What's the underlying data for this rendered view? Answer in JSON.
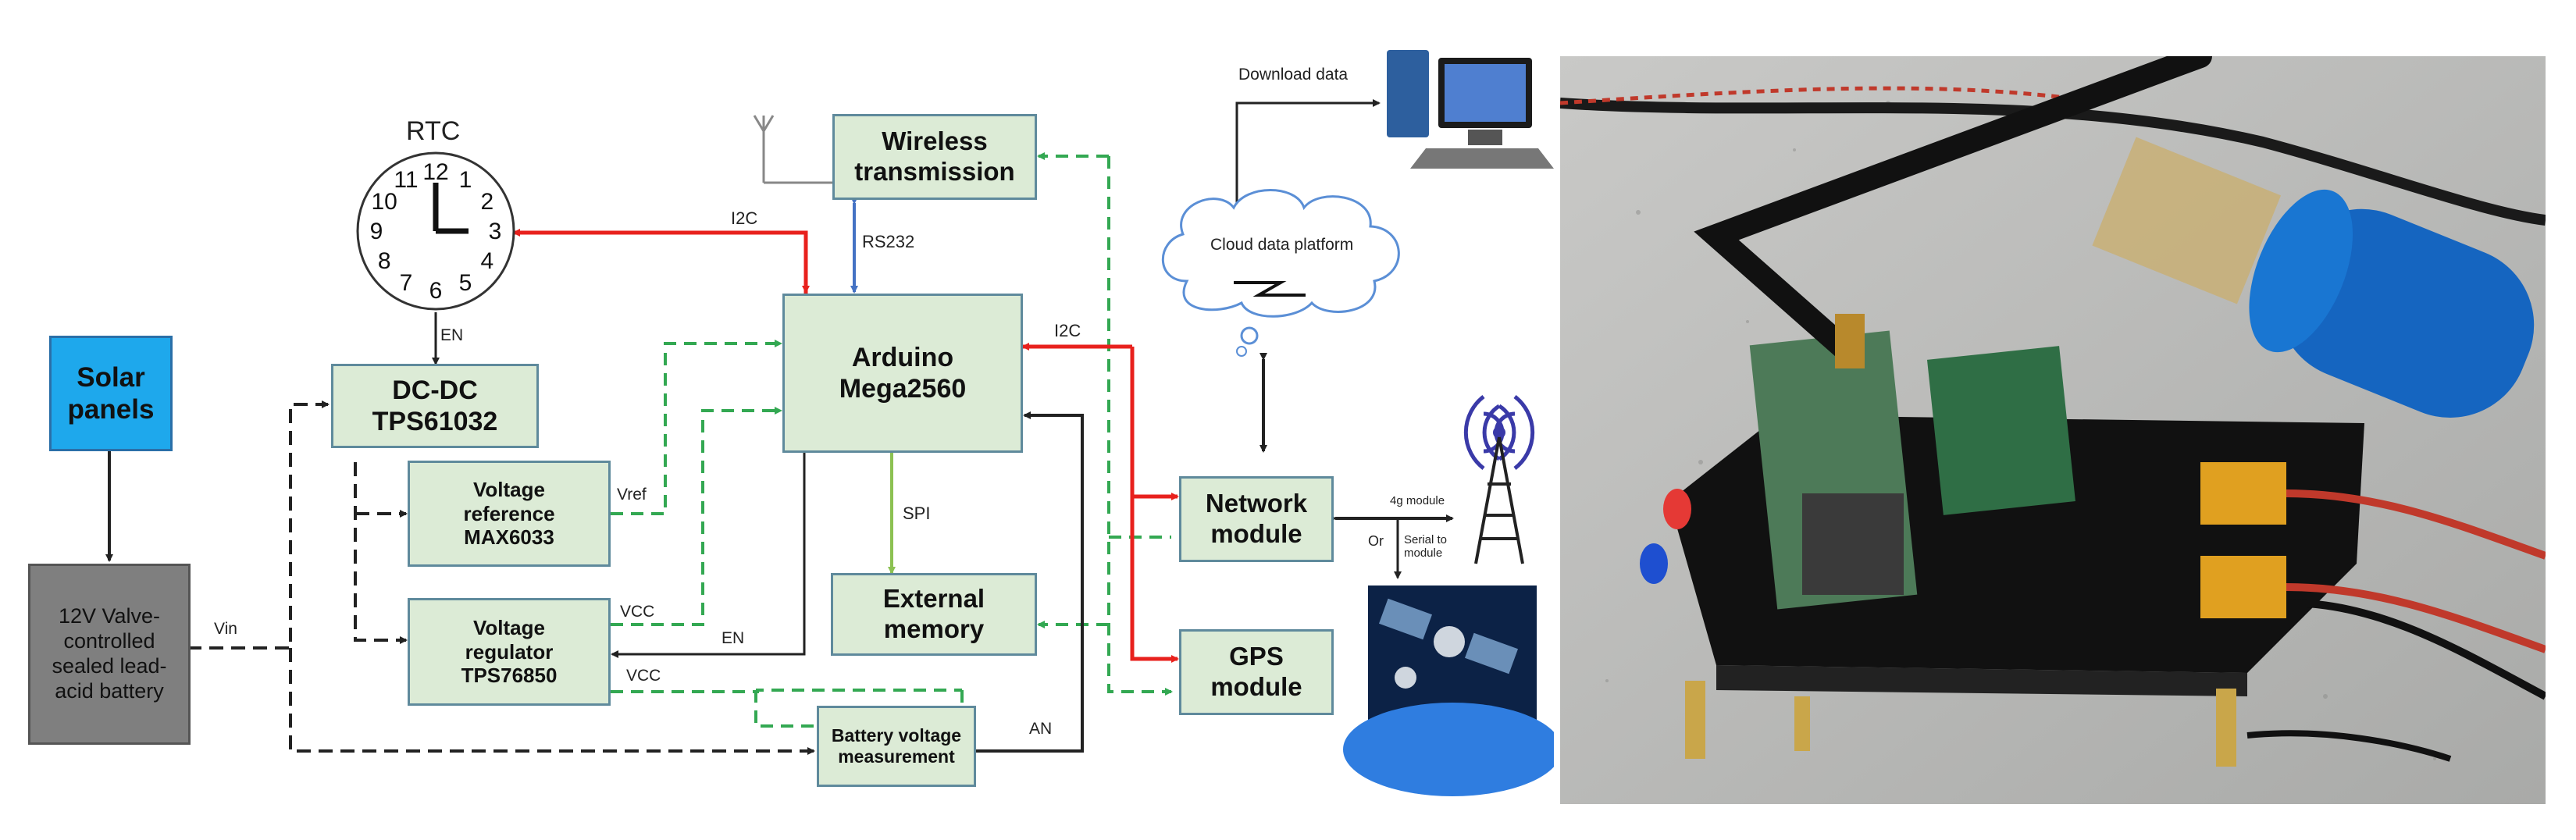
{
  "diagram": {
    "blocks": {
      "solar": "Solar\npanels",
      "battery": "12V Valve-\ncontrolled\nsealed lead-\nacid battery",
      "dcdc": "DC-DC\nTPS61032",
      "vref": "Voltage\nreference\nMAX6033",
      "vreg": "Voltage\nregulator\nTPS76850",
      "arduino": "Arduino\nMega2560",
      "wireless": "Wireless\ntransmission",
      "memory": "External\nmemory",
      "battmeas": "Battery voltage\nmeasurement",
      "network": "Network\nmodule",
      "gps": "GPS\nmodule",
      "cloud": "Cloud data platform"
    },
    "labels": {
      "rtc": "RTC",
      "i2c_rtc": "I2C",
      "i2c_net": "I2C",
      "rs232": "RS232",
      "spi": "SPI",
      "en_rtc": "EN",
      "en_reg": "EN",
      "vref": "Vref",
      "vcc1": "VCC",
      "vcc2": "VCC",
      "vin": "Vin",
      "an": "AN",
      "download": "Download data",
      "module_4g": "4g module",
      "or": "Or",
      "serial": "Serial to\nmodule"
    },
    "clock_numbers": [
      "12",
      "1",
      "2",
      "3",
      "4",
      "5",
      "6",
      "7",
      "8",
      "9",
      "10",
      "11"
    ]
  },
  "colors": {
    "box_fill": "#dcebd6",
    "box_border": "#5f8a9c",
    "solar": "#1ea8ec",
    "battery": "#7f7f7f",
    "i2c": "#e8211d",
    "rs232": "#4472c4",
    "spi": "#8cc152",
    "power": "#33a852",
    "control": "#222222"
  },
  "photo": {
    "description_icon": "pcb-photo-icon"
  }
}
